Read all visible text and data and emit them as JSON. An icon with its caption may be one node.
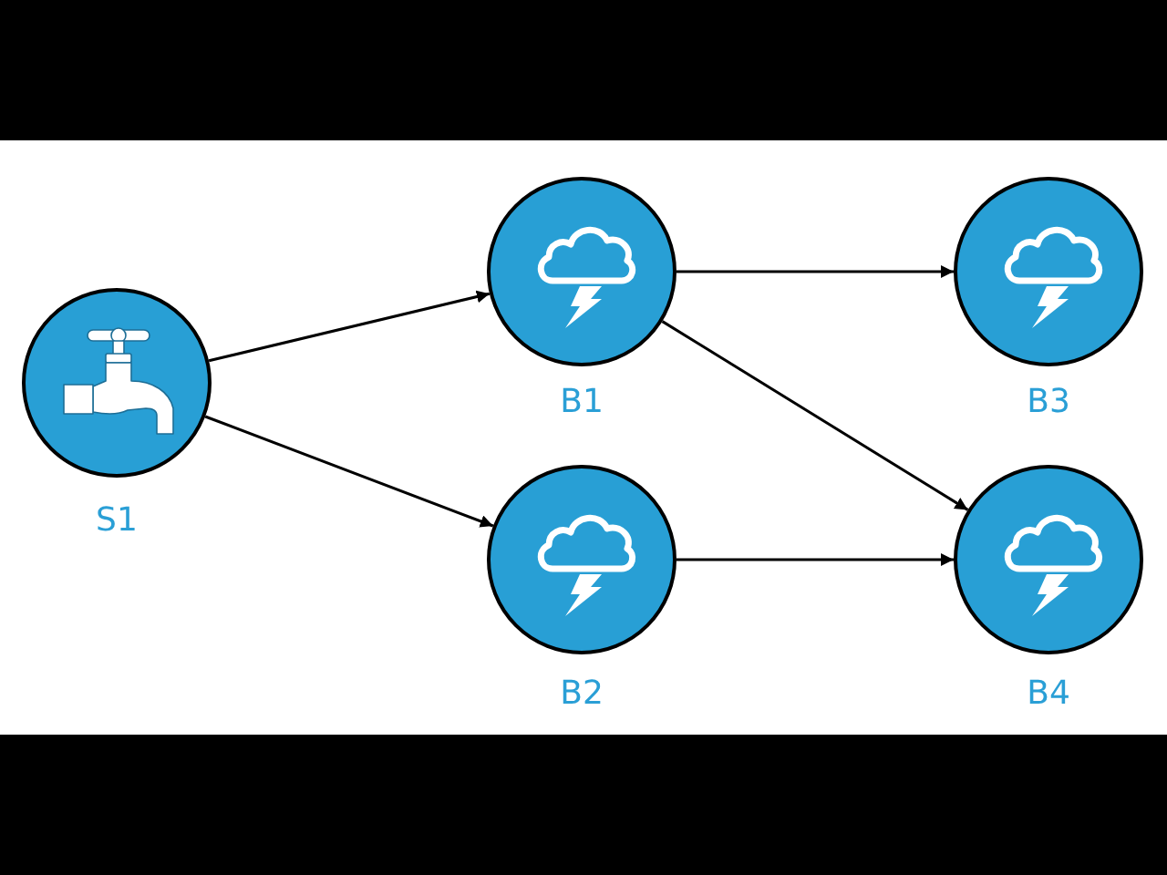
{
  "diagram": {
    "nodes": [
      {
        "text": [
          "S1"
        ]
      },
      {
        "text": [
          "B1"
        ]
      },
      {
        "text": [
          "B2"
        ]
      },
      {
        "text": [
          "B3"
        ]
      },
      {
        "text": [
          "B4"
        ]
      }
    ],
    "edges": [
      {
        "from": 0,
        "to": 1,
        "arrow": "to"
      },
      {
        "from": 0,
        "to": 2,
        "arrow": "to"
      },
      {
        "from": 1,
        "to": 3,
        "arrow": "to"
      },
      {
        "from": 1,
        "to": 4,
        "arrow": "to"
      },
      {
        "from": 2,
        "to": 4,
        "arrow": "to"
      }
    ]
  }
}
